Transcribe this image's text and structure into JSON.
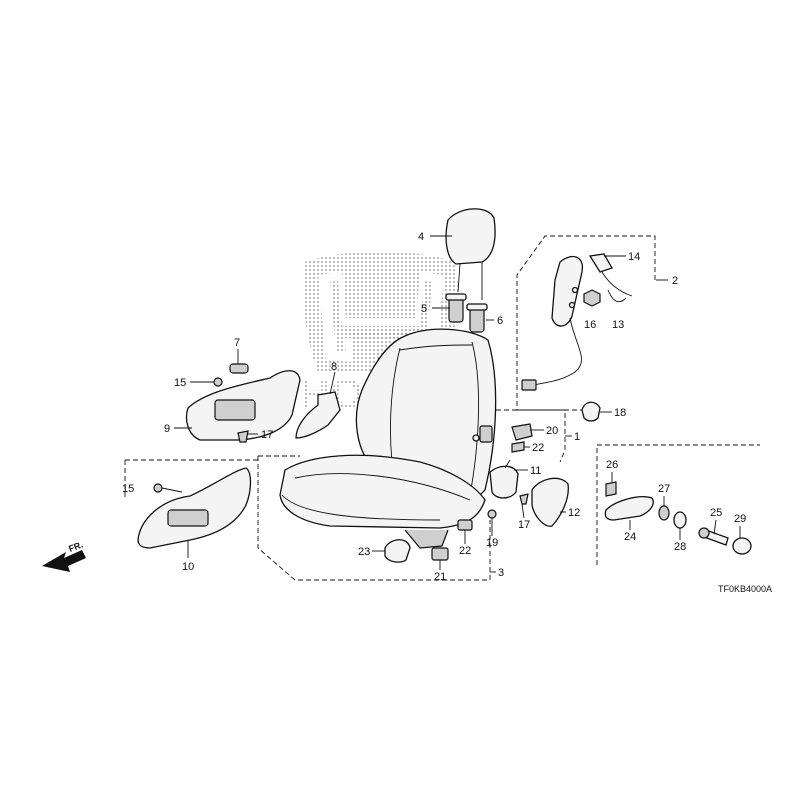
{
  "callouts": {
    "c1": "1",
    "c2": "2",
    "c3": "3",
    "c4": "4",
    "c5": "5",
    "c6": "6",
    "c7": "7",
    "c8": "8",
    "c9": "9",
    "c10": "10",
    "c11": "11",
    "c12": "12",
    "c13": "13",
    "c14": "14",
    "c15a": "15",
    "c15b": "15",
    "c16": "16",
    "c17a": "17",
    "c17b": "17",
    "c18": "18",
    "c19": "19",
    "c20": "20",
    "c21": "21",
    "c22a": "22",
    "c22b": "22",
    "c23": "23",
    "c24": "24",
    "c25": "25",
    "c26": "26",
    "c27": "27",
    "c28": "28",
    "c29": "29"
  },
  "direction_label": "FR.",
  "diagram_code": "TF0KB4000A",
  "colors": {
    "line": "#111111",
    "part_fill": "#f4f4f4",
    "logo_dots": "#8a8a8a"
  }
}
